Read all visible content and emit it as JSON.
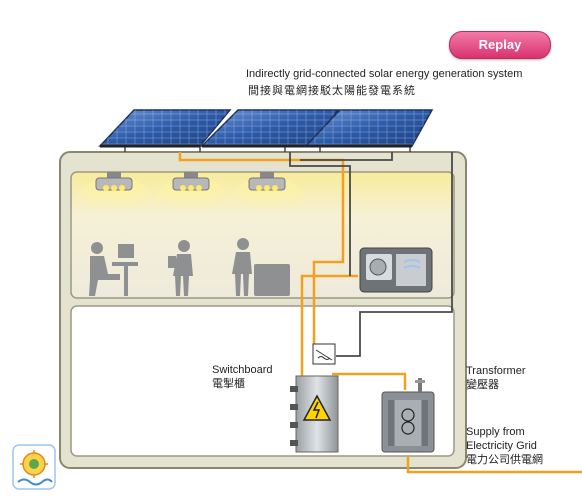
{
  "controls": {
    "replay_label": "Replay"
  },
  "title": {
    "english": "Indirectly grid-connected solar energy generation system",
    "chinese": "間接與電網接駁太陽能發電系統"
  },
  "labels": {
    "switchboard_en": "Switchboard",
    "switchboard_zh": "電掣櫃",
    "transformer_en": "Transformer",
    "transformer_zh": "變壓器",
    "supply_en_line1": "Supply from",
    "supply_en_line2": "Electricity Grid",
    "supply_zh": "電力公司供電網"
  },
  "colors": {
    "building_fill": "#e4e3d0",
    "building_stroke": "#8a8770",
    "upper_room": "#f3eed0",
    "light_glow": "#ffe86a",
    "orange_wire": "#f3a020",
    "grey_wire": "#4a4a4a",
    "replay": "#de3c76",
    "panel_blue": "#2c5aa8"
  },
  "icons": [
    "solar-panel-icon",
    "ceiling-light-icon",
    "office-worker-icon",
    "air-conditioner-icon",
    "inverter-icon",
    "switchboard-icon",
    "high-voltage-icon",
    "transformer-icon",
    "logo-icon"
  ]
}
